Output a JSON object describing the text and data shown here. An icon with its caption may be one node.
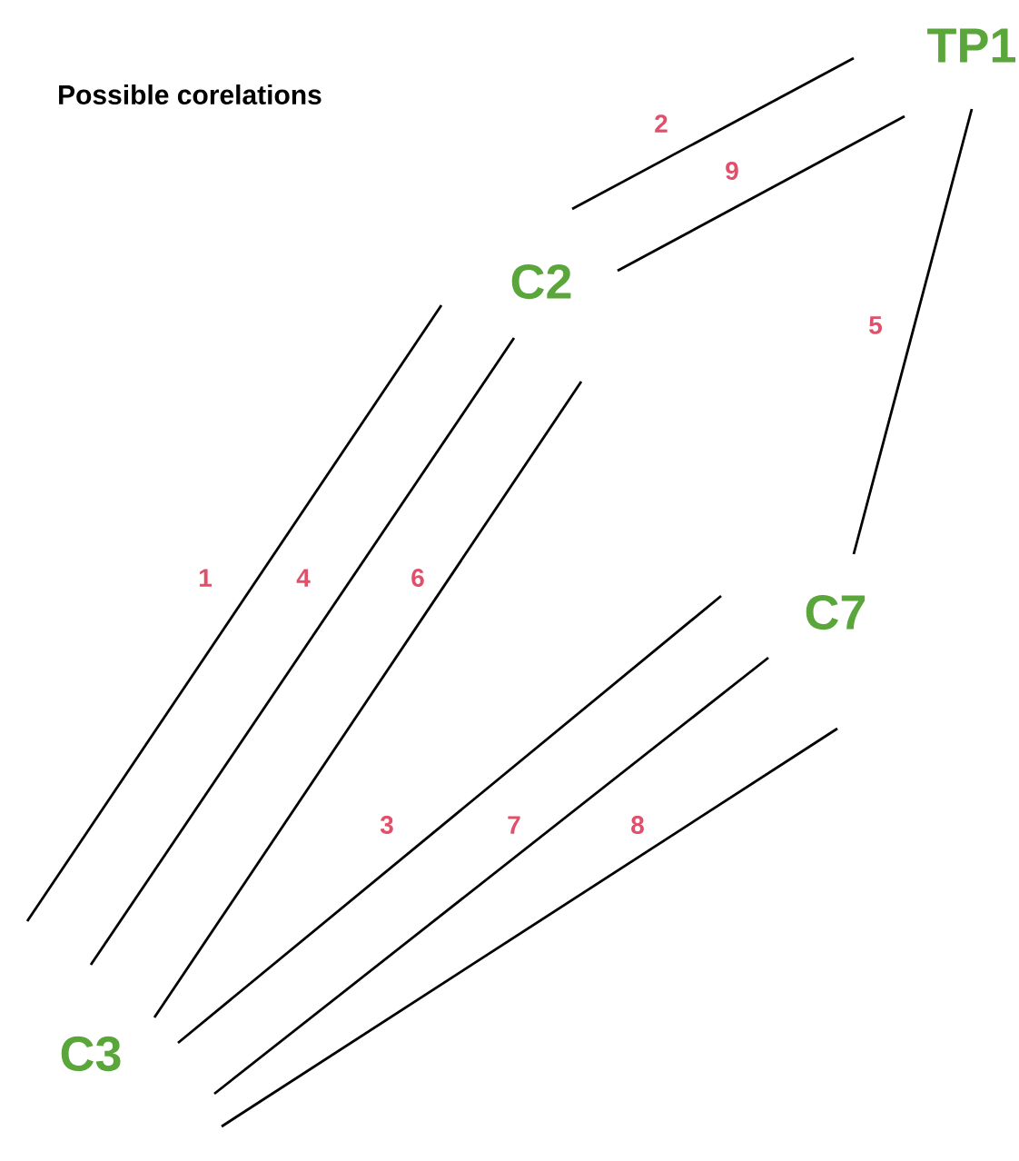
{
  "diagram": {
    "title": "Possible corelations",
    "nodes": [
      {
        "text": [
          "TP1"
        ]
      },
      {
        "text": [
          "C2"
        ]
      },
      {
        "text": [
          "C7"
        ]
      },
      {
        "text": [
          "C3"
        ]
      }
    ],
    "edges": [
      {
        "from": 1,
        "to": 3,
        "arrow": "none",
        "label": "1"
      },
      {
        "from": 1,
        "to": 0,
        "arrow": "none",
        "label": "2"
      },
      {
        "from": 3,
        "to": 2,
        "arrow": "none",
        "label": "3"
      },
      {
        "from": 1,
        "to": 3,
        "arrow": "none",
        "label": "4"
      },
      {
        "from": 0,
        "to": 2,
        "arrow": "none",
        "label": "5"
      },
      {
        "from": 1,
        "to": 3,
        "arrow": "none",
        "label": "6"
      },
      {
        "from": 3,
        "to": 2,
        "arrow": "none",
        "label": "7"
      },
      {
        "from": 3,
        "to": 2,
        "arrow": "none",
        "label": "8"
      },
      {
        "from": 1,
        "to": 0,
        "arrow": "none",
        "label": "9"
      }
    ]
  }
}
